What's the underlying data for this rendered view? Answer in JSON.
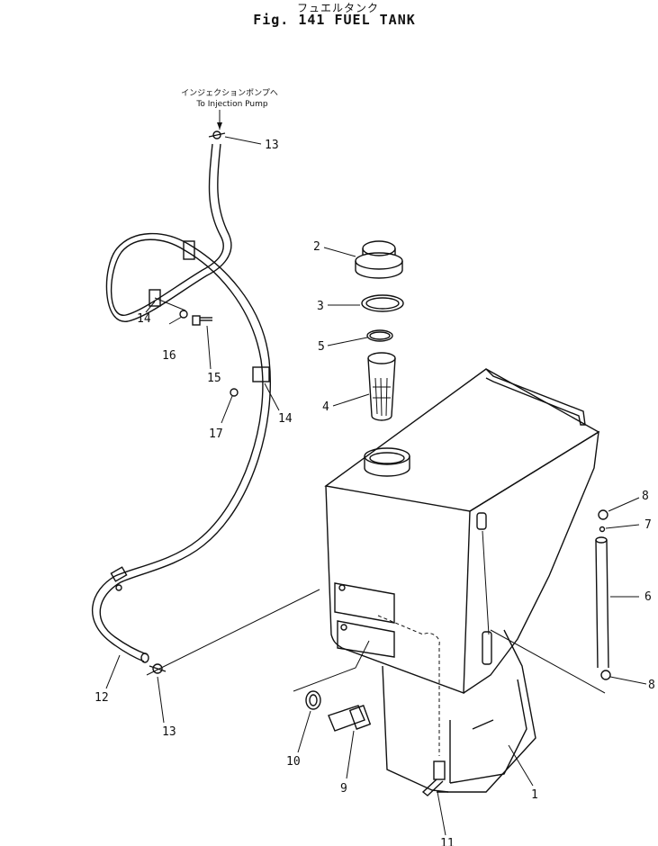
{
  "title": {
    "japanese": "フュエルタンク",
    "english": "Fig. 141  FUEL TANK"
  },
  "annotation": {
    "japanese": "インジェクションポンプへ",
    "english": "To Injection Pump"
  },
  "callouts": {
    "c1": "1",
    "c2": "2",
    "c3": "3",
    "c4": "4",
    "c5": "5",
    "c6": "6",
    "c7": "7",
    "c8a": "8",
    "c8b": "8",
    "c9": "9",
    "c10": "10",
    "c11": "11",
    "c12": "12",
    "c13a": "13",
    "c13b": "13",
    "c14a": "14",
    "c14b": "14",
    "c15": "15",
    "c16": "16",
    "c17": "17"
  }
}
